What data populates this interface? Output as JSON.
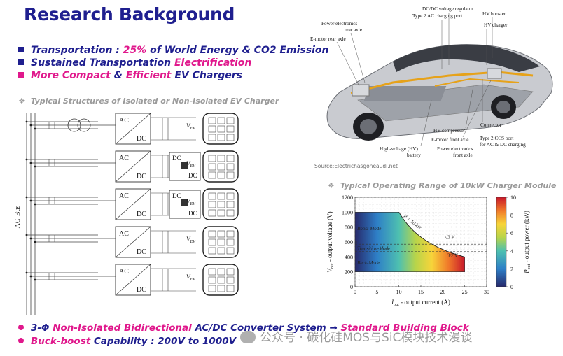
{
  "title": "Research Background",
  "bullets": [
    {
      "pre": "Transportation : ",
      "hl": "25%",
      "post": " of World Energy & CO2 Emission",
      "color": "#1f1f8f"
    },
    {
      "pre": "Sustained Transportation ",
      "hl": "Electrification",
      "post": "",
      "color": "#1f1f8f"
    },
    {
      "pre": "More Compact",
      "hl": " & ",
      "post": "Efficient",
      "tail": " EV Chargers",
      "color": "#e0188c"
    }
  ],
  "circuit": {
    "subtitle": "Typical Structures of Isolated or Non-Isolated EV Charger",
    "bus_label": "AC-Bus",
    "rows": [
      {
        "ac": "AC",
        "dc": "DC",
        "dcdc": null
      },
      {
        "ac": "AC",
        "dc": "DC",
        "dcdc": {
          "a": "DC",
          "b": "DC"
        }
      },
      {
        "ac": "AC",
        "dc": "DC",
        "dcdc": {
          "a": "DC",
          "b": "DC"
        }
      },
      {
        "ac": "AC",
        "dc": "DC",
        "dcdc": null
      },
      {
        "ac": "AC",
        "dc": "DC",
        "dcdc": null
      }
    ],
    "vev": "V",
    "vev_sub": "EV"
  },
  "car": {
    "labels": {
      "dcdc_regulator": "DC/DC voltage regulator",
      "type2_ac_port": "Type 2 AC charging port",
      "hv_booster": "HV booster",
      "pe_rear": "Power electronics",
      "pe_rear2": "rear axle",
      "hv_charger": "HV charger",
      "emotor_rear": "E-motor rear axle",
      "hv_compressor": "HV compressor",
      "connector": "Connector",
      "emotor_front": "E-motor front axle",
      "type2_ccs": "Type 2 CCS port",
      "type2_ccs2": "for AC & DC charging",
      "hv_battery": "High-voltage (HV)",
      "hv_battery2": "battery",
      "pe_front": "Power electronics",
      "pe_front2": "front axle"
    },
    "source": "Source:Electrichasgoneaudi.net"
  },
  "chart_data": {
    "type": "heatmap",
    "subtitle": "Typical Operating Range of 10kW Charger Module",
    "xlabel_main": "I",
    "xlabel_sub": "out",
    "xlabel_rest": " - output current (A)",
    "ylabel_main": "V",
    "ylabel_sub": "out",
    "ylabel_rest": " - output voltage (V)",
    "xticks": [
      0,
      5,
      10,
      15,
      20,
      25,
      30
    ],
    "yticks": [
      0,
      200,
      400,
      600,
      800,
      1000,
      1200
    ],
    "xlim": [
      0,
      30
    ],
    "ylim": [
      0,
      1200
    ],
    "colorbar": {
      "label_main": "P",
      "label_sub": "out",
      "label_rest": " - output power (kW)",
      "ticks": [
        0,
        2,
        4,
        6,
        8,
        10
      ],
      "range": [
        0,
        10
      ]
    },
    "region_boundary": [
      [
        0,
        200
      ],
      [
        0,
        1000
      ],
      [
        10,
        1000
      ],
      [
        25,
        400
      ],
      [
        25,
        200
      ]
    ],
    "annotations": {
      "power_curve": "P = 10 kW",
      "boost": "Boost-Mode",
      "transition": "Transition-Mode",
      "buck": "Buck-Mode",
      "sqrt3": "√3 V",
      "sqrt3_sub": "m",
      "frac": "3/2 V",
      "frac_sub": "m"
    },
    "dashed_lines_y": [
      570,
      470
    ]
  },
  "bottom": [
    {
      "pre": "3-Φ ",
      "hl": "Non-Isolated Bidirectional",
      "mid": " AC/DC Converter System → ",
      "hl2": "Standard Building Block"
    },
    {
      "pre": "",
      "hl": "Buck-boost",
      "mid": " Capability : 200V to 1000V",
      "hl2": ""
    }
  ],
  "watermark": "公众号 · 碳化硅MOS与SiC模块技术漫谈",
  "colors": {
    "navy": "#1f1f8f",
    "magenta": "#e0188c",
    "gray": "#9a9a9a"
  }
}
